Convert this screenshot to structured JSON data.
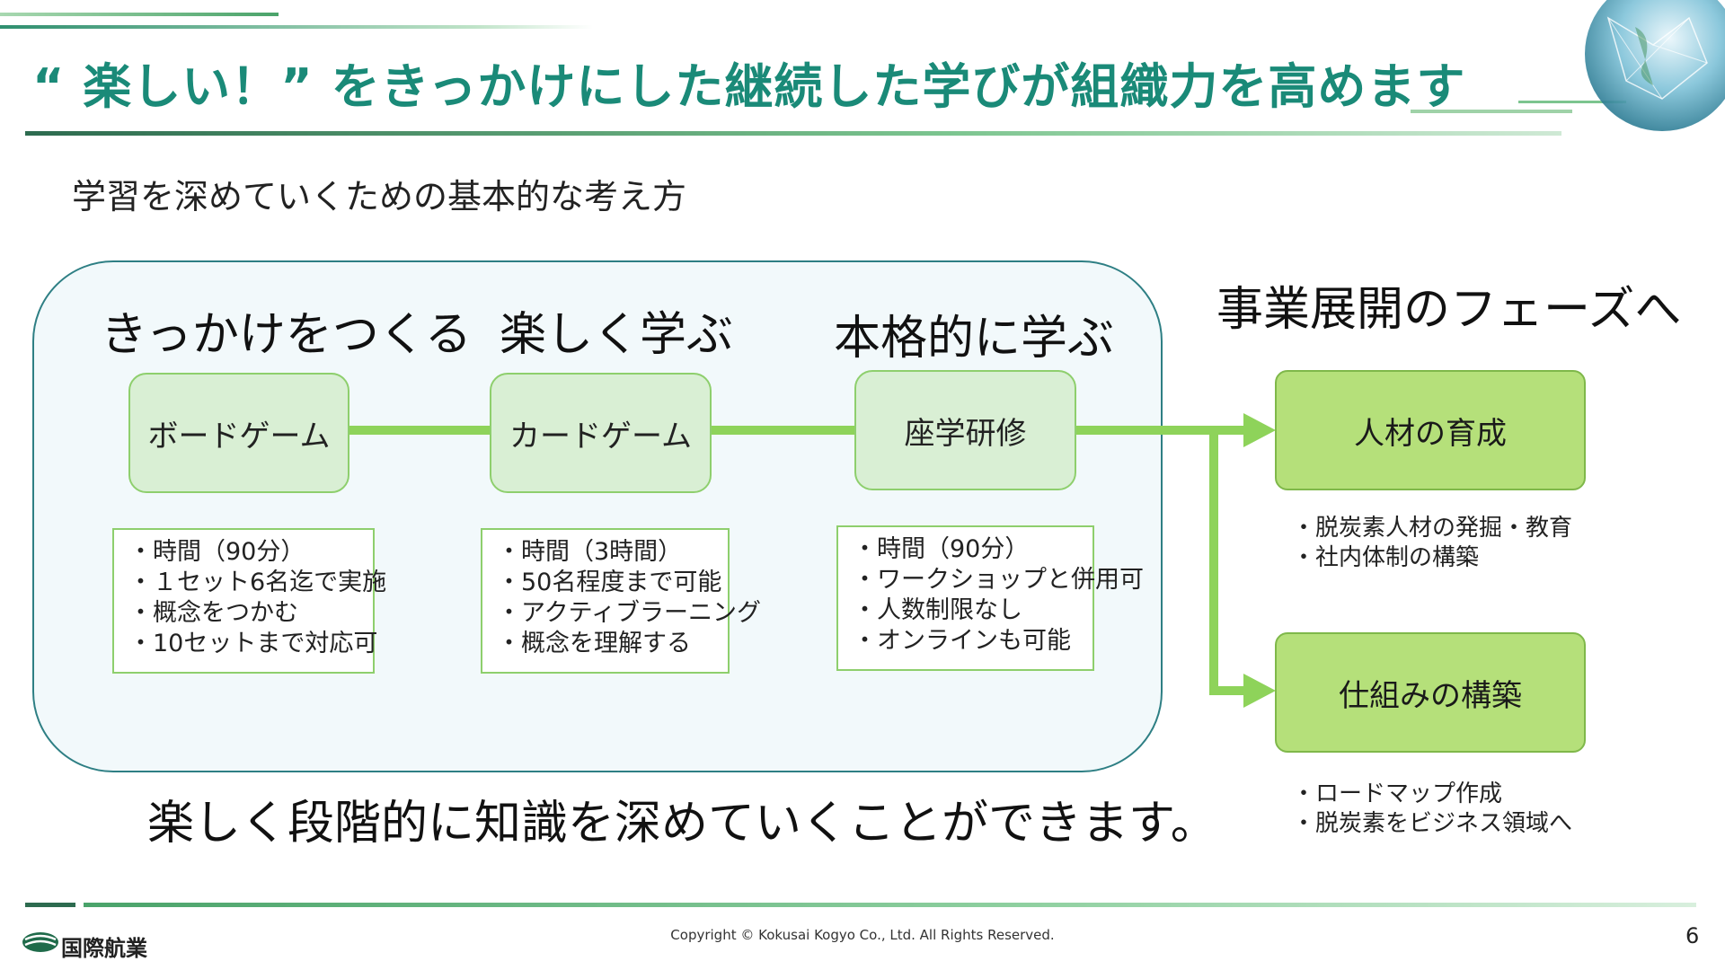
{
  "header": {
    "title": "“ 楽しい！” をきっかけにした継続した学びが組織力を高めます",
    "accent_color": "#1a8a78"
  },
  "subtitle": "学習を深めていくための基本的な考え方",
  "stages": [
    {
      "label": "きっかけをつくる",
      "box": "ボードゲーム",
      "details": [
        "・時間（90分）",
        "・１セット6名迄で実施",
        "・概念をつかむ",
        "・10セットまで対応可"
      ]
    },
    {
      "label": "楽しく学ぶ",
      "box": "カードゲーム",
      "details": [
        "・時間（3時間）",
        "・50名程度まで可能",
        "・アクティブラーニング",
        "・概念を理解する"
      ]
    },
    {
      "label": "本格的に学ぶ",
      "box": "座学研修",
      "details": [
        "・時間（90分）",
        "・ワークショップと併用可",
        "・人数制限なし",
        "・オンラインも可能"
      ]
    }
  ],
  "phase": {
    "title": "事業展開のフェーズへ",
    "results": [
      {
        "label": "人材の育成",
        "items": [
          "・脱炭素人材の発掘・教育",
          "・社内体制の構築"
        ]
      },
      {
        "label": "仕組みの構築",
        "items": [
          "・ロードマップ作成",
          "・脱炭素をビジネス領域へ"
        ]
      }
    ]
  },
  "conclusion": "楽しく段階的に知識を深めていくことができます。",
  "footer": {
    "logo_text": "国際航業",
    "copyright": "Copyright © Kokusai Kogyo Co., Ltd. All Rights Reserved.",
    "page_number": "6"
  },
  "colors": {
    "panel_border": "#2e7f84",
    "stage_fill": "#d9efd4",
    "result_fill": "#b5e07a",
    "connector": "#8ed35a"
  }
}
